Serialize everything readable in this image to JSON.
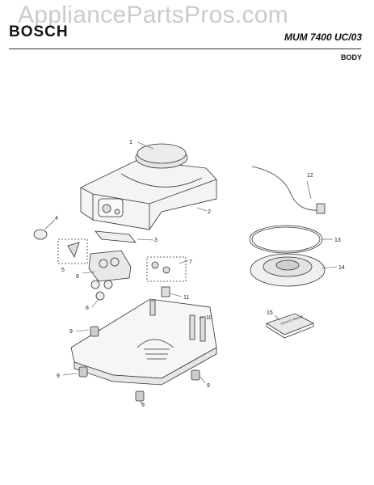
{
  "header": {
    "brand": "BOSCH",
    "model": "MUM 7400 UC/03",
    "section": "BODY"
  },
  "watermark": "AppliancePartsPros.com",
  "callouts": [
    {
      "key": "1",
      "label": "1"
    },
    {
      "key": "2",
      "label": "2"
    },
    {
      "key": "3",
      "label": "3"
    },
    {
      "key": "4",
      "label": "4"
    },
    {
      "key": "5",
      "label": "5"
    },
    {
      "key": "6",
      "label": "6"
    },
    {
      "key": "7",
      "label": "7"
    },
    {
      "key": "8",
      "label": "8"
    },
    {
      "key": "9a",
      "label": "9"
    },
    {
      "key": "9b",
      "label": "9"
    },
    {
      "key": "9c",
      "label": "9"
    },
    {
      "key": "9d",
      "label": "9"
    },
    {
      "key": "10",
      "label": "10"
    },
    {
      "key": "11",
      "label": "11"
    },
    {
      "key": "12",
      "label": "12"
    },
    {
      "key": "13",
      "label": "13"
    },
    {
      "key": "14",
      "label": "14"
    },
    {
      "key": "15",
      "label": "15"
    }
  ],
  "manual_text": "Owner's Manual"
}
